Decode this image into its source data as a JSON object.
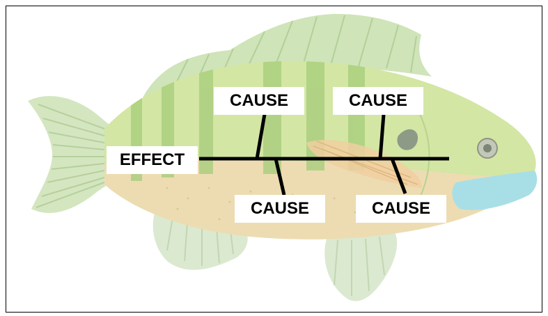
{
  "diagram": {
    "effect_label": "EFFECT",
    "causes": [
      {
        "label": "CAUSE"
      },
      {
        "label": "CAUSE"
      },
      {
        "label": "CAUSE"
      },
      {
        "label": "CAUSE"
      }
    ]
  },
  "colors": {
    "fish_body": "#d3e6a4",
    "fish_belly": "#eddcb2",
    "fish_stripe": "#9ec774",
    "fish_fin": "#d7e8c6",
    "fish_mouth": "#a8dfe6",
    "lines": "#000000",
    "label_bg": "#ffffff",
    "frame": "#000000"
  }
}
